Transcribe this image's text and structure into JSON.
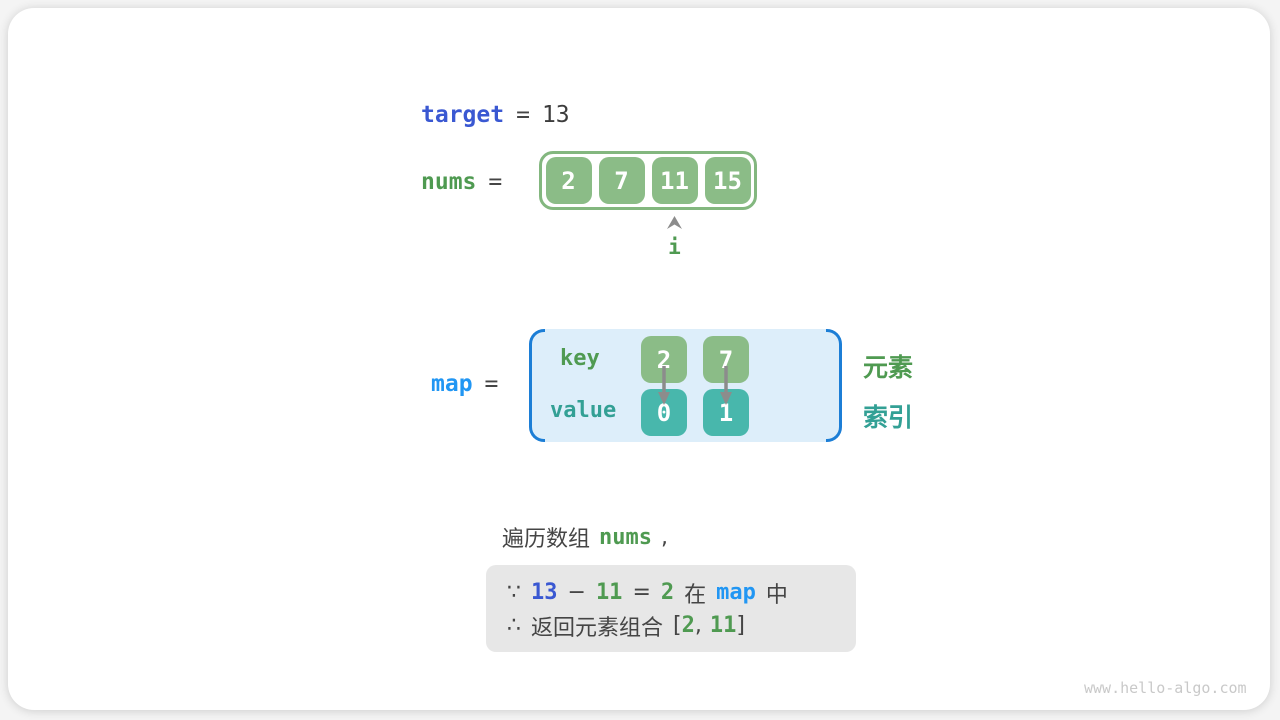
{
  "target_line": {
    "label": "target",
    "equals": "=",
    "value": "13"
  },
  "nums_line": {
    "label": "nums",
    "equals": "=",
    "values": [
      "2",
      "7",
      "11",
      "15"
    ],
    "pointer": {
      "label": "i",
      "points_to_value": "11"
    }
  },
  "map_line": {
    "label": "map",
    "equals": "=",
    "key_label": "key",
    "value_label": "value",
    "entries": [
      {
        "key": "2",
        "value": "0"
      },
      {
        "key": "7",
        "value": "1"
      }
    ],
    "key_row_annotation": "元素",
    "value_row_annotation": "索引"
  },
  "caption": {
    "prefix": "遍历数组",
    "code": "nums",
    "suffix": ","
  },
  "note_box": {
    "line1": {
      "because": "∵",
      "minuend": "13",
      "minus": "−",
      "subtrahend": "11",
      "equals": "=",
      "difference": "2",
      "in_word": "在",
      "map_ref": "map",
      "suffix": "中"
    },
    "line2": {
      "therefore": "∴",
      "text": "返回元素组合",
      "open_bracket": "[",
      "first": "2",
      "comma": ",",
      "second": "11",
      "close_bracket": "]"
    }
  },
  "watermark": "www.hello-algo.com",
  "colors": {
    "royal_blue": "#3a58d2",
    "azure_blue": "#2196f3",
    "green_text": "#4f9a51",
    "teal_text": "#33a095",
    "green_box": "#8bbc87",
    "teal_box": "#48b7ac",
    "green_border": "#83b77f",
    "map_fill": "#ddeefa",
    "map_bracket": "#1c7ed6",
    "note_background": "#e7e7e7",
    "arrow_gray": "#8c8c8c",
    "watermark_gray": "#c9c9c9"
  }
}
